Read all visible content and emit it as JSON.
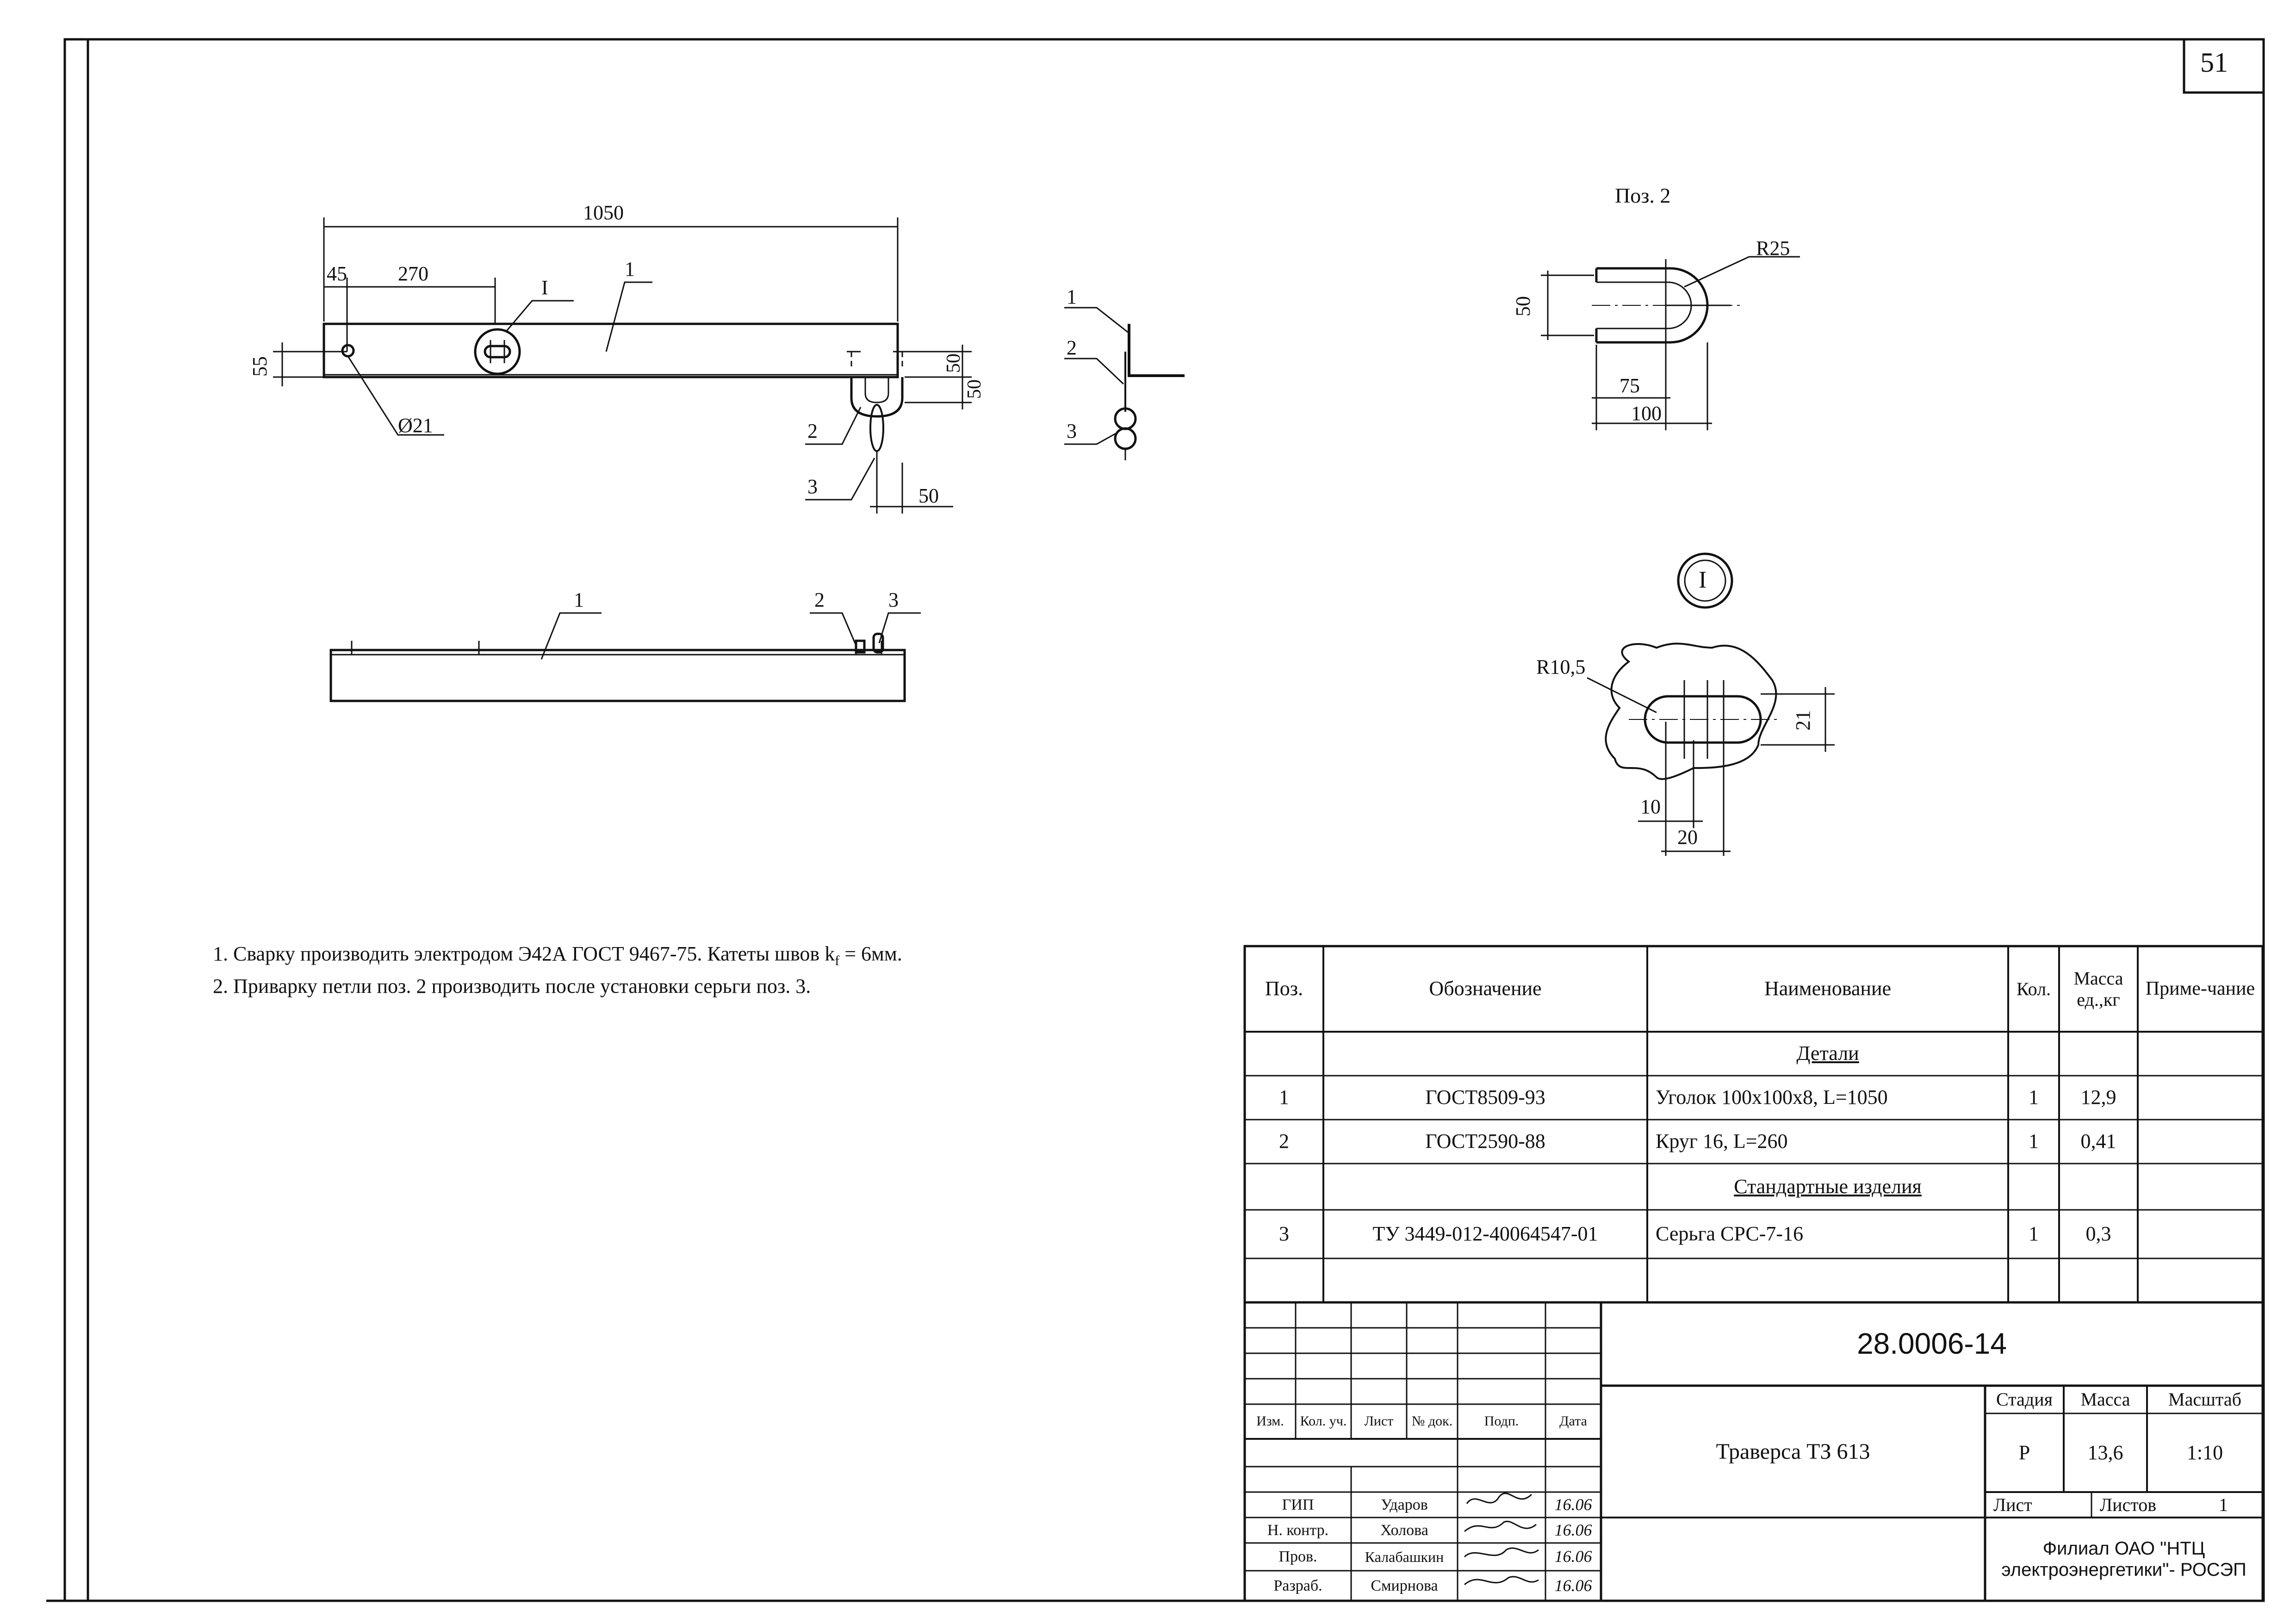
{
  "sheet_number": "51",
  "drawing": {
    "main_view": {
      "dim_length": "1050",
      "dim_offset": "45",
      "dim_spacing": "270",
      "dim_height": "55",
      "dim_hole": "Ø21",
      "dim_loop_a": "50",
      "dim_loop_b": "50",
      "dim_loop_c": "50",
      "callout_detail": "I",
      "callout_1": "1",
      "callout_2": "2",
      "callout_3": "3"
    },
    "side_view": {
      "callout_1": "1",
      "callout_2": "2",
      "callout_3": "3"
    },
    "plan_view": {
      "callout_1": "1",
      "callout_2": "2",
      "callout_3": "3"
    },
    "pos2_view": {
      "title": "Поз. 2",
      "dim_radius": "R25",
      "dim_height": "50",
      "dim_inner": "75",
      "dim_outer": "100"
    },
    "detail_view": {
      "marker": "I",
      "dim_radius": "R10,5",
      "dim_width": "21",
      "dim_a": "10",
      "dim_b": "20"
    }
  },
  "notes": [
    "1. Сварку производить электродом Э42А ГОСТ 9467-75.  Катеты швов k",
    "2. Приварку петли поз. 2 производить после установки серьги поз. 3."
  ],
  "note1_sub": "f",
  "note1_end": " = 6мм.",
  "spec": {
    "headers": {
      "pos": "Поз.",
      "designation": "Обозначение",
      "name": "Наименование",
      "qty": "Кол.",
      "mass": "Масса ед.,кг",
      "note": "Приме-чание"
    },
    "section_details": "Детали",
    "section_standard": "Стандартные изделия",
    "rows": [
      {
        "pos": "1",
        "designation": "ГОСТ8509-93",
        "name": "Уголок 100x100x8, L=1050",
        "qty": "1",
        "mass": "12,9"
      },
      {
        "pos": "2",
        "designation": "ГОСТ2590-88",
        "name": "Круг 16, L=260",
        "qty": "1",
        "mass": "0,41"
      },
      {
        "pos": "3",
        "designation": "ТУ 3449-012-40064547-01",
        "name": "Серьга СРС-7-16",
        "qty": "1",
        "mass": "0,3"
      }
    ]
  },
  "title_block": {
    "doc_number": "28.0006-14",
    "title": "Траверса ТЗ 613",
    "col_labels": {
      "izm": "Изм.",
      "kol": "Кол. уч.",
      "list": "Лист",
      "ndok": "№ док.",
      "podp": "Подп.",
      "data": "Дата"
    },
    "stage_label": "Стадия",
    "mass_label": "Масса",
    "scale_label": "Масштаб",
    "stage": "Р",
    "mass": "13,6",
    "scale": "1:10",
    "sheet_label": "Лист",
    "sheets_label": "Листов",
    "sheets": "1",
    "organization": "Филиал ОАО \"НТЦ электроэнергетики\"- РОСЭП",
    "signers": [
      {
        "role": "ГИП",
        "name": "Ударов",
        "date": "16.06"
      },
      {
        "role": "Н. контр.",
        "name": "Холова",
        "date": "16.06"
      },
      {
        "role": "Пров.",
        "name": "Калабашкин",
        "date": "16.06"
      },
      {
        "role": "Разраб.",
        "name": "Смирнова",
        "date": "16.06"
      }
    ]
  }
}
